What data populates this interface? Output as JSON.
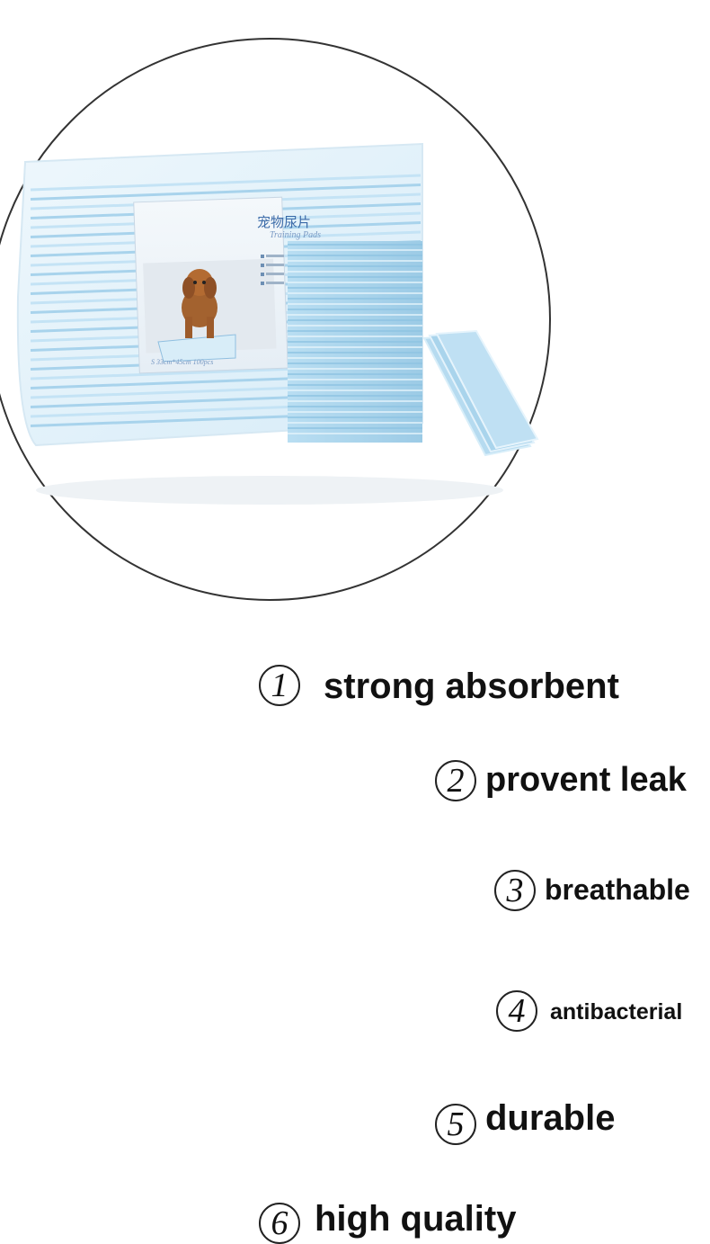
{
  "features": [
    {
      "number": "1",
      "label": "strong absorbent"
    },
    {
      "number": "2",
      "label": "provent leak"
    },
    {
      "number": "3",
      "label": "breathable"
    },
    {
      "number": "4",
      "label": "antibacterial"
    },
    {
      "number": "5",
      "label": "durable"
    },
    {
      "number": "6",
      "label": "high quality"
    }
  ],
  "package": {
    "title_cn": "宠物尿片",
    "subtitle": "Training Pads",
    "size_line": "S 33cm*45cm 100pcs"
  },
  "colors": {
    "pad_blue": "#a9d4ec",
    "pad_light": "#cfe8f6",
    "circle_line": "#333333",
    "text": "#111111"
  }
}
